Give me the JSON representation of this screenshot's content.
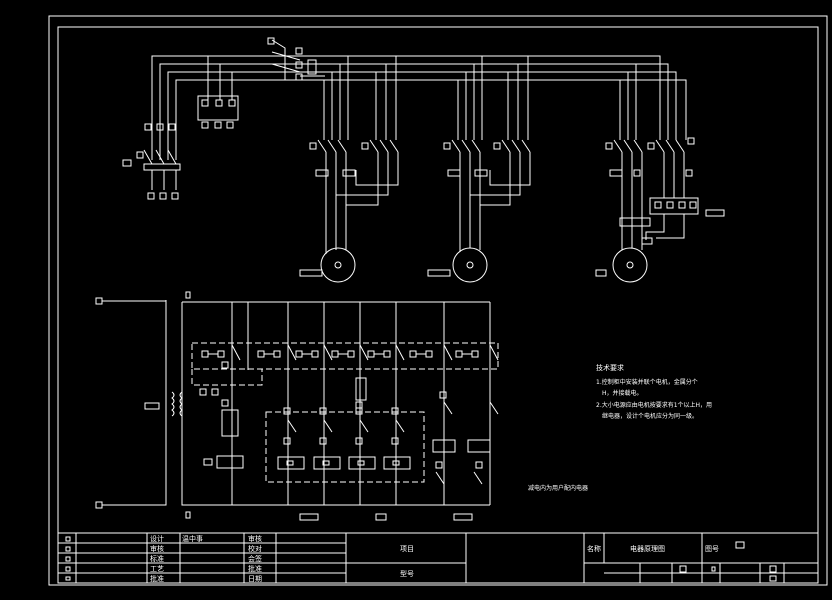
{
  "notes": {
    "title": "技术要求",
    "line1a": "1.控制柜中安装并联个电机，金属分个",
    "line1b": "H，并接载电。",
    "line2a": "2.大小电源应由电机按要求有1个以上H，用",
    "line2b": "继电器，设计个电机应分为同一级。"
  },
  "caption": "减电内为用户配内电器",
  "title_block": {
    "left_labels": [
      "设计",
      "审核",
      "标准",
      "工艺",
      "批准"
    ],
    "designer_name": "温中事",
    "mid_labels": [
      "审核",
      "校对",
      "会签",
      "批准",
      "日期"
    ],
    "project_label": "项目",
    "model_label": "型号",
    "name_label": "名称",
    "drawing_name": "电器原理图",
    "drawing_no_label": "图号"
  }
}
